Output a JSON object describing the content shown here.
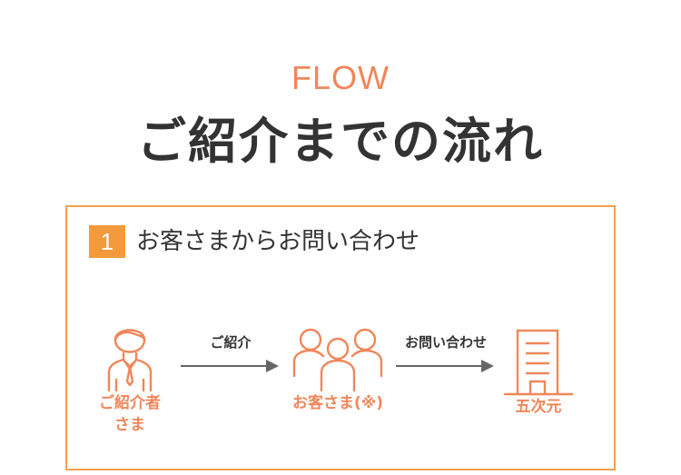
{
  "header": {
    "eyebrow": "FLOW",
    "title": "ご紹介までの流れ"
  },
  "step": {
    "number": "1",
    "title": "お客さまからお問い合わせ"
  },
  "flow": {
    "nodes": [
      {
        "label": "ご紹介者\nさま",
        "icon": "businessman-icon"
      },
      {
        "label": "お客さま(※)",
        "icon": "people-group-icon"
      },
      {
        "label": "五次元",
        "icon": "building-icon"
      }
    ],
    "arrows": [
      {
        "label": "ご紹介"
      },
      {
        "label": "お問い合わせ"
      }
    ]
  },
  "colors": {
    "accent": "#f0875a",
    "card_border": "#f2a24e",
    "badge": "#f39a3c",
    "text": "#333333",
    "arrow": "#666666"
  }
}
